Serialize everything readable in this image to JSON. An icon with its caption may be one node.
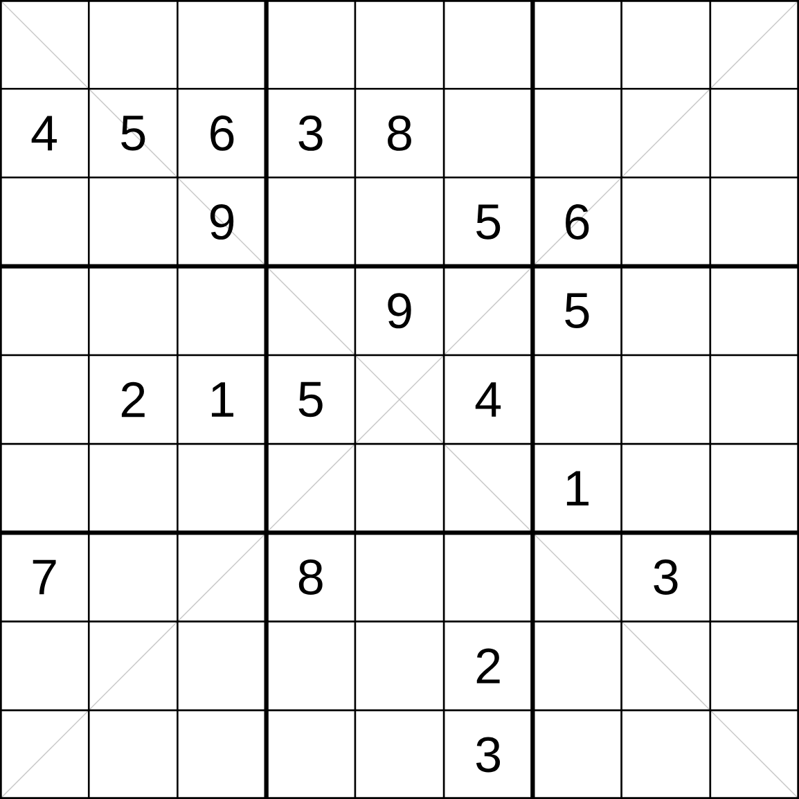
{
  "diagram": {
    "labels": [
      "4",
      "5",
      "6",
      "3",
      "8",
      "9",
      "5",
      "6",
      "9",
      "5",
      "2",
      "1",
      "5",
      "4",
      "1",
      "7",
      "8",
      "3",
      "2",
      "3"
    ]
  }
}
